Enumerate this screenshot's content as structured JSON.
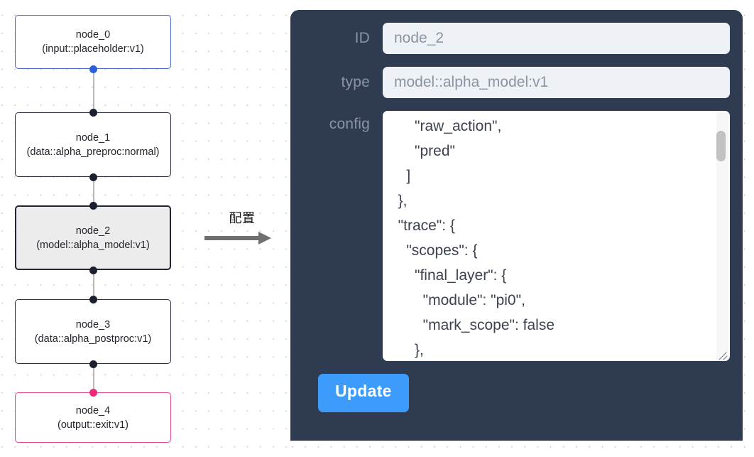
{
  "graph": {
    "nodes": [
      {
        "id": "node_0",
        "type": "(input::placeholder:v1)",
        "state": "input"
      },
      {
        "id": "node_1",
        "type": "(data::alpha_preproc:normal)",
        "state": "default"
      },
      {
        "id": "node_2",
        "type": "(model::alpha_model:v1)",
        "state": "selected"
      },
      {
        "id": "node_3",
        "type": "(data::alpha_postproc:v1)",
        "state": "default"
      },
      {
        "id": "node_4",
        "type": "(output::exit:v1)",
        "state": "output"
      }
    ],
    "colors": {
      "input_border": "#4a69cf",
      "input_handle": "#2b5fd9",
      "output_border": "#e4478f",
      "output_handle": "#ec2a7b",
      "default_border": "#2b2f40",
      "selected_fill": "#ececec",
      "edge": "#b9b9b9"
    }
  },
  "transition": {
    "caption": "配置",
    "arrow_icon": "arrow-right-icon"
  },
  "form": {
    "fields": {
      "id_label": "ID",
      "id_value": "node_2",
      "type_label": "type",
      "type_value": "model::alpha_model:v1",
      "config_label": "config",
      "config_value": "      \"raw_action\",\n      \"pred\"\n    ]\n  },\n  \"trace\": {\n    \"scopes\": {\n      \"final_layer\": {\n        \"module\": \"pi0\",\n        \"mark_scope\": false\n      },\n      \"action_model\": {"
    },
    "update_label": "Update",
    "colors": {
      "panel": "#2f3b51",
      "field": "#eef1f6",
      "label": "#8a93a5",
      "button": "#3d9bfb"
    }
  }
}
